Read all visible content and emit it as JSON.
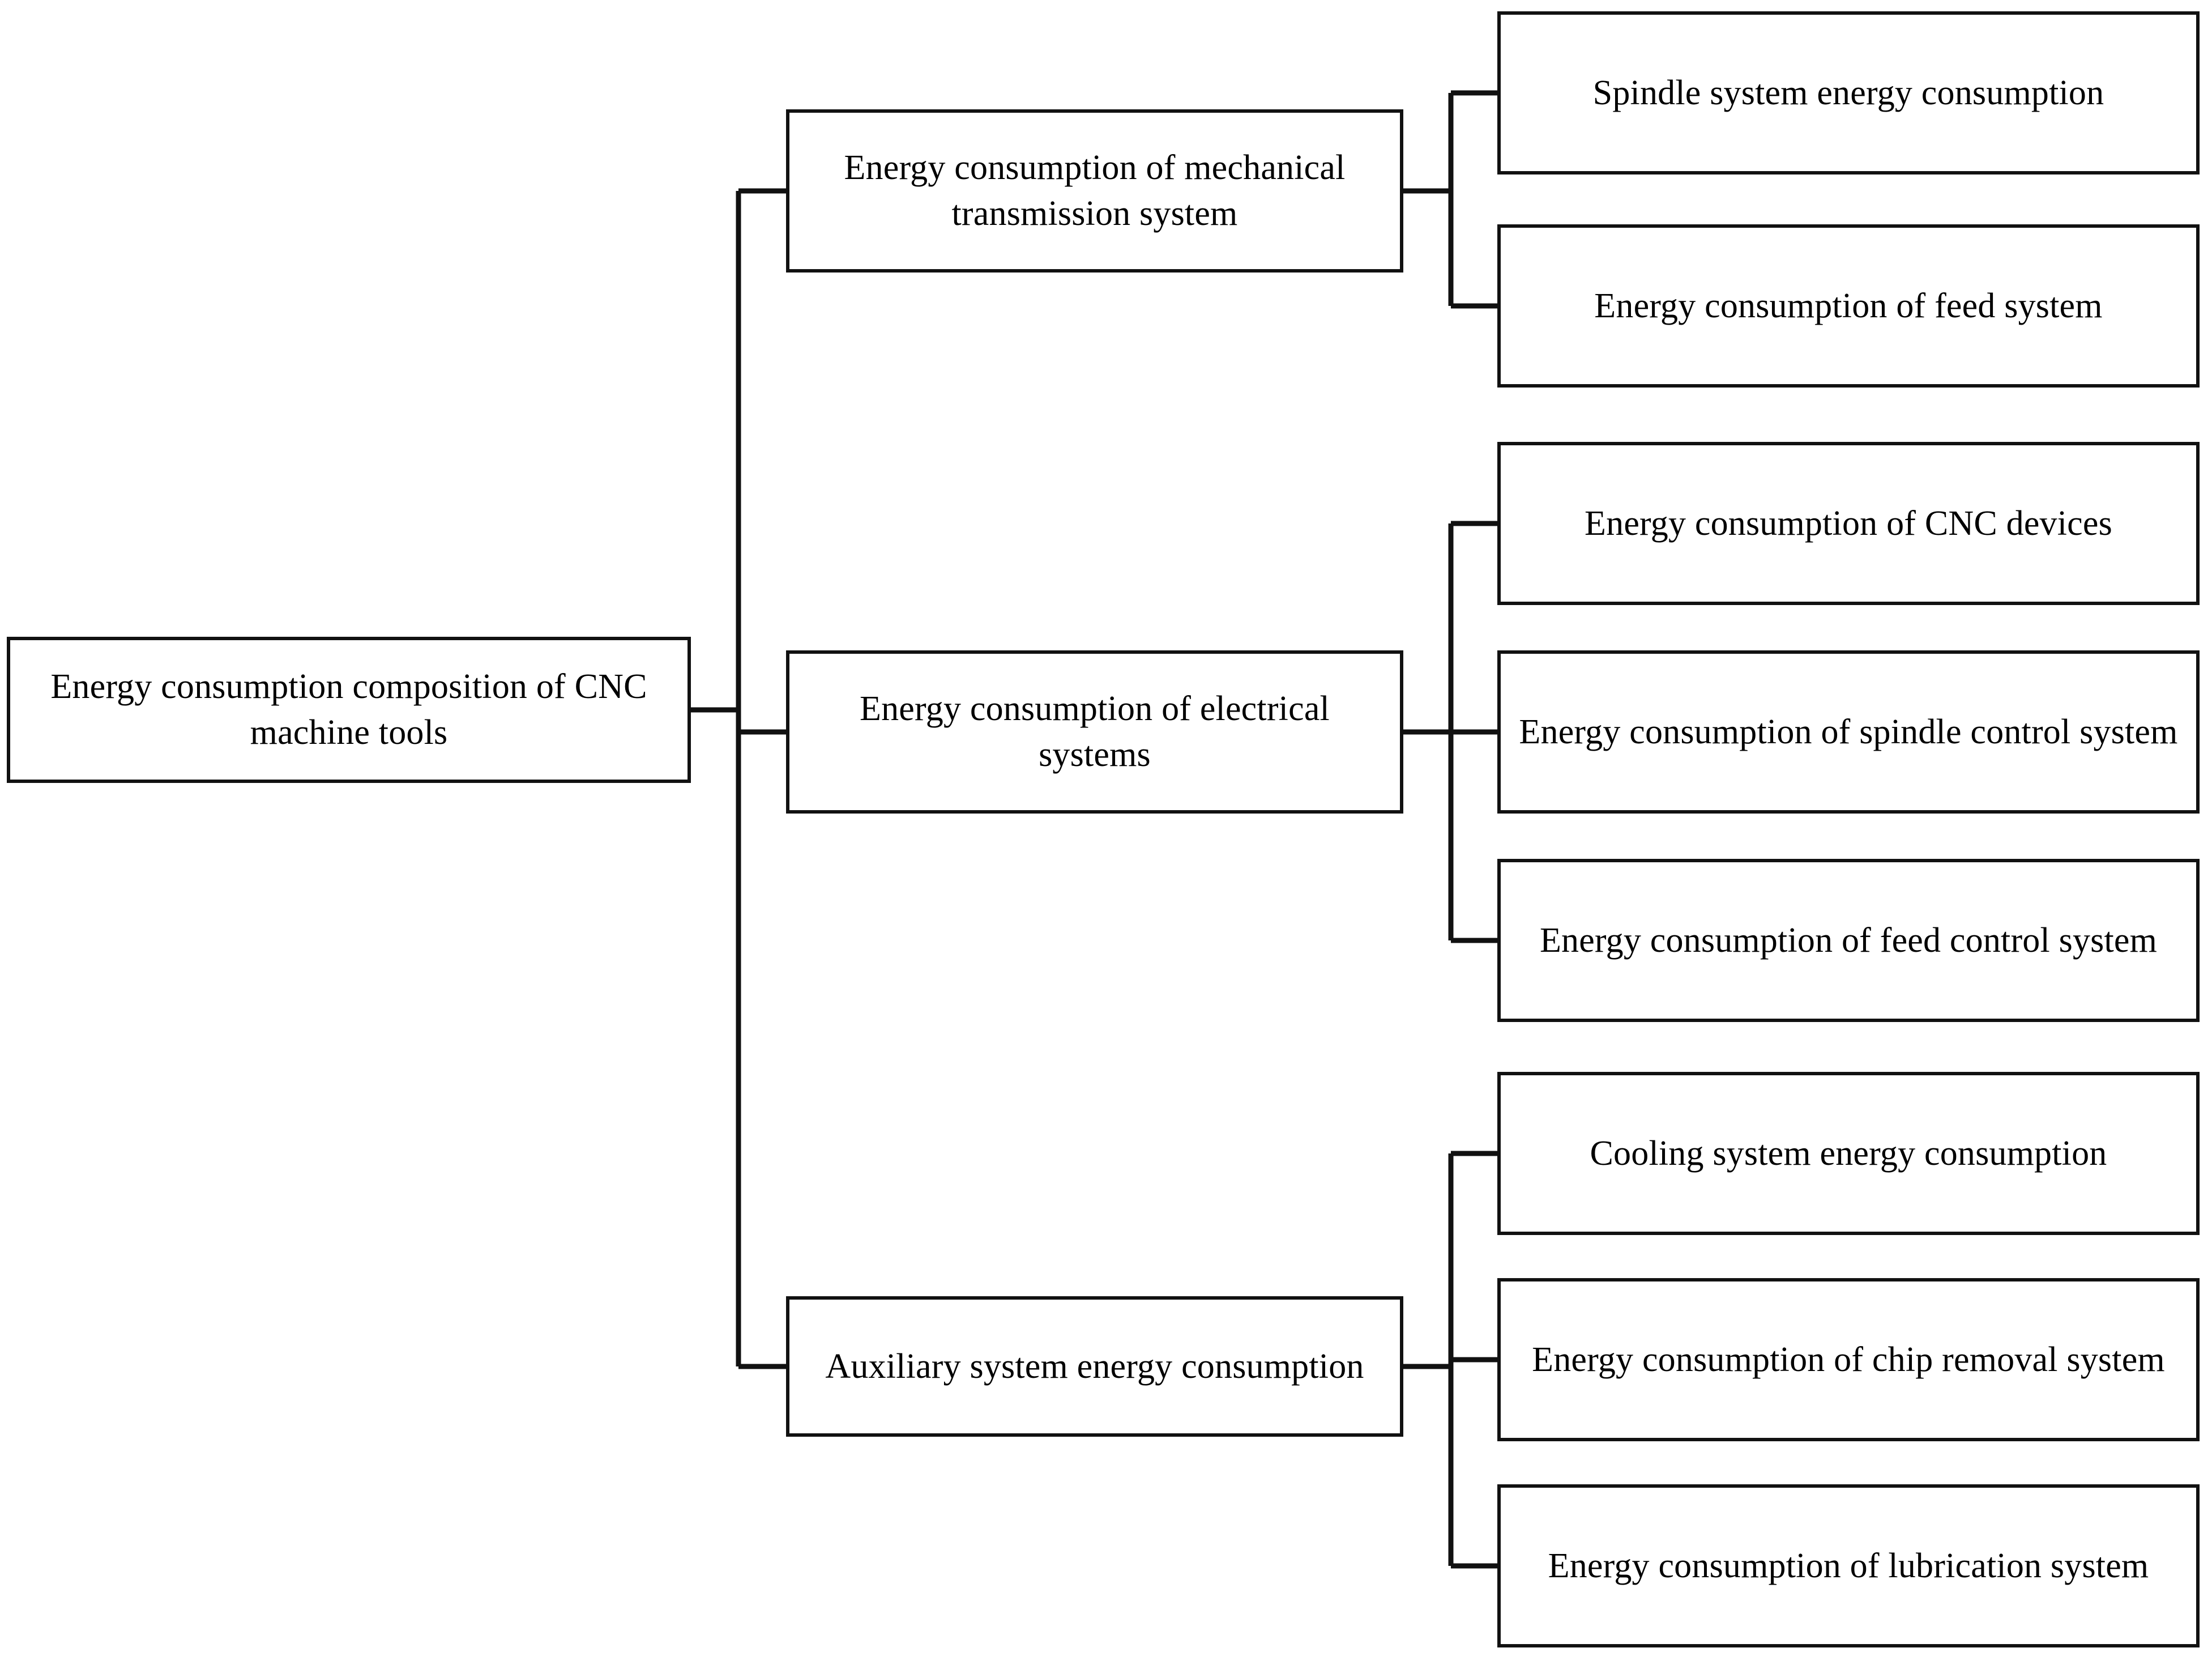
{
  "diagram": {
    "type": "tree-hierarchy",
    "orientation": "left-to-right",
    "colors": {
      "background": "#ffffff",
      "box_border": "#111111",
      "connector": "#111111",
      "text": "#000000"
    },
    "root": {
      "label": "Energy consumption composition of CNC machine tools"
    },
    "level2": [
      {
        "label": "Energy consumption of mechanical transmission system"
      },
      {
        "label": "Energy consumption of electrical systems"
      },
      {
        "label": "Auxiliary system energy consumption"
      }
    ],
    "level3": {
      "group0": [
        {
          "label": "Spindle system energy consumption"
        },
        {
          "label": "Energy consumption of feed system"
        }
      ],
      "group1": [
        {
          "label": "Energy consumption of CNC devices"
        },
        {
          "label": "Energy consumption of spindle control system"
        },
        {
          "label": "Energy consumption of feed control system"
        }
      ],
      "group2": [
        {
          "label": "Cooling system energy consumption"
        },
        {
          "label": "Energy consumption of chip removal system"
        },
        {
          "label": "Energy consumption of lubrication system"
        }
      ]
    }
  }
}
